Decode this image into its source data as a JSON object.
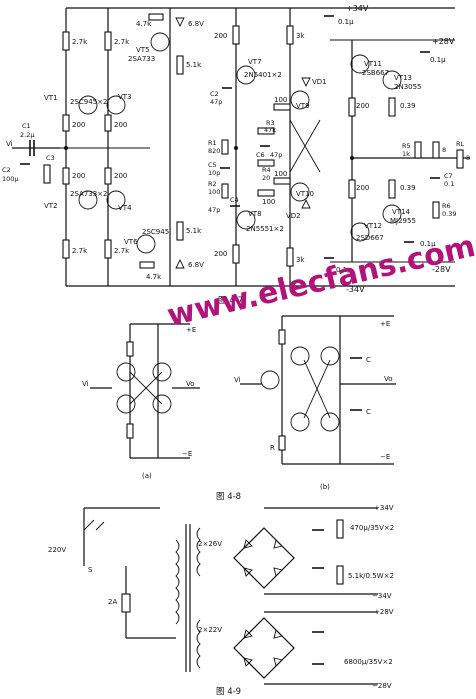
{
  "fig47": {
    "rails": {
      "p34": "+34V",
      "p28": "+28V",
      "m28": "-28V",
      "m34": "-34V"
    },
    "labels": {
      "r47k_top": "4.7k",
      "z68_top": "6.8V",
      "vt5": "VT5",
      "vt5_type": "2SA733",
      "r200_top": "200",
      "vt7": "VT7",
      "vt7_type": "2N5401×2",
      "r3k_top": "3k",
      "c01_top": "0.1μ",
      "vt11": "VT11",
      "vt11_type": "2SB667",
      "vt13": "VT13",
      "vt13_type": "2N3055",
      "c01_right": "0.1μ",
      "r27k_a": "2.7k",
      "r27k_b": "2.7k",
      "r51k_top": "5.1k",
      "vd1": "VD1",
      "vt9": "VT9",
      "r200_mid": "200",
      "r039_top": "0.39",
      "vt1": "VT1",
      "vt3": "VT3",
      "vt13_pair": "2SC945×2",
      "r200_a": "200",
      "r200_b": "200",
      "c2": "C2",
      "c2_val": "47p",
      "r3": "R3",
      "r3_val": "47k",
      "c6": "C6",
      "c6_val": "47p",
      "c1": "C1",
      "c1_val": "2.2μ",
      "vi": "Vi",
      "r1": "R1",
      "r1_val": "820",
      "r5": "R5",
      "r5_val": "1k",
      "r8": "8",
      "rl": "RL",
      "rl_val": "8",
      "c5": "C5",
      "c5_val": "10p",
      "r4": "R4",
      "r4_val": "20",
      "c7": "C7",
      "c7_val": "0.1",
      "c2b": "C2",
      "c2b_val": "100μ",
      "c3": "C3",
      "r200_c": "200",
      "r200_d": "200",
      "vt2": "VT2",
      "vt24_pair": "2SA733×2",
      "vt4": "VT4",
      "r2": "R2",
      "r2_val": "100",
      "c4": "C4",
      "c4_val": "47p",
      "vt10": "VT10",
      "r6": "R6",
      "r6_val": "0.39",
      "vd2": "VD2",
      "vt8": "VT8",
      "vt8_type": "2N5551×2",
      "r100_a": "100",
      "r039_bot": "0.39",
      "vt14": "VT14",
      "vt14_type": "MJ2955",
      "vt12": "VT12",
      "vt12_type": "2SD667",
      "c01_bot": "0.1μ",
      "vt6": "VT6",
      "vt6_type": "2SC945",
      "r51k_bot": "5.1k",
      "r27k_c": "2.7k",
      "r27k_d": "2.7k",
      "r47k_bot": "4.7k",
      "z68_bot": "6.8V",
      "r200_e": "200",
      "r3k_bot": "3k",
      "c01_bot2": "0.1μ",
      "r100_b": "100",
      "r100_c": "100"
    },
    "caption": "图  4-7"
  },
  "fig48": {
    "a": {
      "plus_e": "+E",
      "minus_e": "−E",
      "vi": "Vi",
      "vo": "Vo",
      "tag": "(a)"
    },
    "b": {
      "plus_e": "+E",
      "minus_e": "−E",
      "vi": "Vi",
      "vo": "Vo",
      "c_top": "C",
      "c_bot": "C",
      "r": "R",
      "tag": "(b)"
    },
    "caption": "图  4-8"
  },
  "fig49": {
    "mains": "220V",
    "switch": "S",
    "fuse": "2A",
    "sec1": "2×26V",
    "sec2": "2×22V",
    "cap1": "470μ/35V×2",
    "res1": "5.1k/0.5W×2",
    "cap2": "6800μ/35V×2",
    "p34": "+34V",
    "m34": "−34V",
    "p28": "+28V",
    "m28": "−28V",
    "caption": "图  4-9"
  },
  "watermark": "www.elecfans.com"
}
